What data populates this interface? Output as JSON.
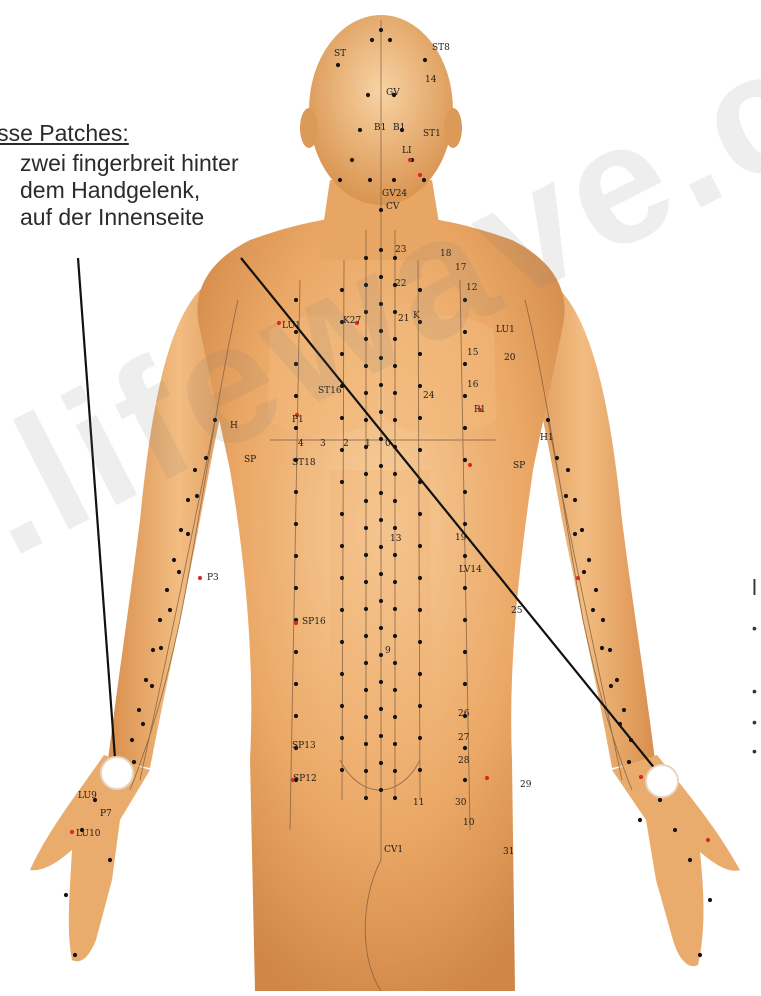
{
  "annotation": {
    "title": "isse Patches",
    "colon": ":",
    "lines": [
      "zwei fingerbreit hinter",
      "dem Handgelenk,",
      "auf der Innenseite"
    ]
  },
  "watermark_text": ".lifewave.c",
  "right_column_fragments": [
    "l",
    "•",
    "•",
    "•",
    "•"
  ],
  "point_labels": [
    {
      "id": "st",
      "text": "ST"
    },
    {
      "id": "st8",
      "text": "ST8"
    },
    {
      "id": "gv",
      "text": "GV"
    },
    {
      "id": "b1l",
      "text": "B1"
    },
    {
      "id": "b1r",
      "text": "B1"
    },
    {
      "id": "st1",
      "text": "ST1"
    },
    {
      "id": "li",
      "text": "LI"
    },
    {
      "id": "gv24",
      "text": "GV24"
    },
    {
      "id": "cv",
      "text": "CV"
    },
    {
      "id": "n23",
      "text": "23"
    },
    {
      "id": "n22",
      "text": "22"
    },
    {
      "id": "lu1l",
      "text": "LU1"
    },
    {
      "id": "k27l",
      "text": "K27"
    },
    {
      "id": "k27r",
      "text": "K"
    },
    {
      "id": "lu1r",
      "text": "LU1"
    },
    {
      "id": "st16",
      "text": "ST16"
    },
    {
      "id": "p1l",
      "text": "P1"
    },
    {
      "id": "p1r",
      "text": "P1"
    },
    {
      "id": "h1l",
      "text": "H"
    },
    {
      "id": "h1r",
      "text": "H1"
    },
    {
      "id": "spl",
      "text": "SP"
    },
    {
      "id": "st18",
      "text": "ST18"
    },
    {
      "id": "spr",
      "text": "SP"
    },
    {
      "id": "p3",
      "text": "P3"
    },
    {
      "id": "lv14",
      "text": "LV14"
    },
    {
      "id": "sp16",
      "text": "SP16"
    },
    {
      "id": "sp13",
      "text": "SP13"
    },
    {
      "id": "sp12",
      "text": "SP12"
    },
    {
      "id": "lu9",
      "text": "LU9"
    },
    {
      "id": "p7",
      "text": "P7"
    },
    {
      "id": "lu10",
      "text": "LU10"
    },
    {
      "id": "cv1",
      "text": "CV1"
    },
    {
      "id": "n31",
      "text": "31"
    },
    {
      "id": "n12",
      "text": "12"
    },
    {
      "id": "n14",
      "text": "14"
    },
    {
      "id": "n17",
      "text": "17"
    },
    {
      "id": "n18",
      "text": "18"
    },
    {
      "id": "n20",
      "text": "20"
    },
    {
      "id": "n21",
      "text": "21"
    },
    {
      "id": "n24",
      "text": "24"
    },
    {
      "id": "n25",
      "text": "25"
    },
    {
      "id": "n26",
      "text": "26"
    },
    {
      "id": "n27",
      "text": "27"
    },
    {
      "id": "n28",
      "text": "28"
    },
    {
      "id": "n29",
      "text": "29"
    },
    {
      "id": "n30",
      "text": "30"
    },
    {
      "id": "n10",
      "text": "10"
    },
    {
      "id": "n11",
      "text": "11"
    },
    {
      "id": "n9",
      "text": "9"
    },
    {
      "id": "n16",
      "text": "16"
    },
    {
      "id": "n15",
      "text": "15"
    },
    {
      "id": "n13",
      "text": "13"
    },
    {
      "id": "n19",
      "text": "19"
    },
    {
      "id": "n4",
      "text": "4"
    },
    {
      "id": "n3",
      "text": "3"
    },
    {
      "id": "n2",
      "text": "2"
    },
    {
      "id": "n1",
      "text": "1"
    },
    {
      "id": "n0",
      "text": "0"
    }
  ],
  "colors": {
    "skin_light": "#f4c58e",
    "skin_mid": "#e9a563",
    "skin_dark": "#c97d3e",
    "meridian": "#7a5a3c",
    "point_black": "#151515",
    "point_red": "#d62a2a",
    "pointer_line": "#111111",
    "patch_marker": "#ffffff"
  }
}
